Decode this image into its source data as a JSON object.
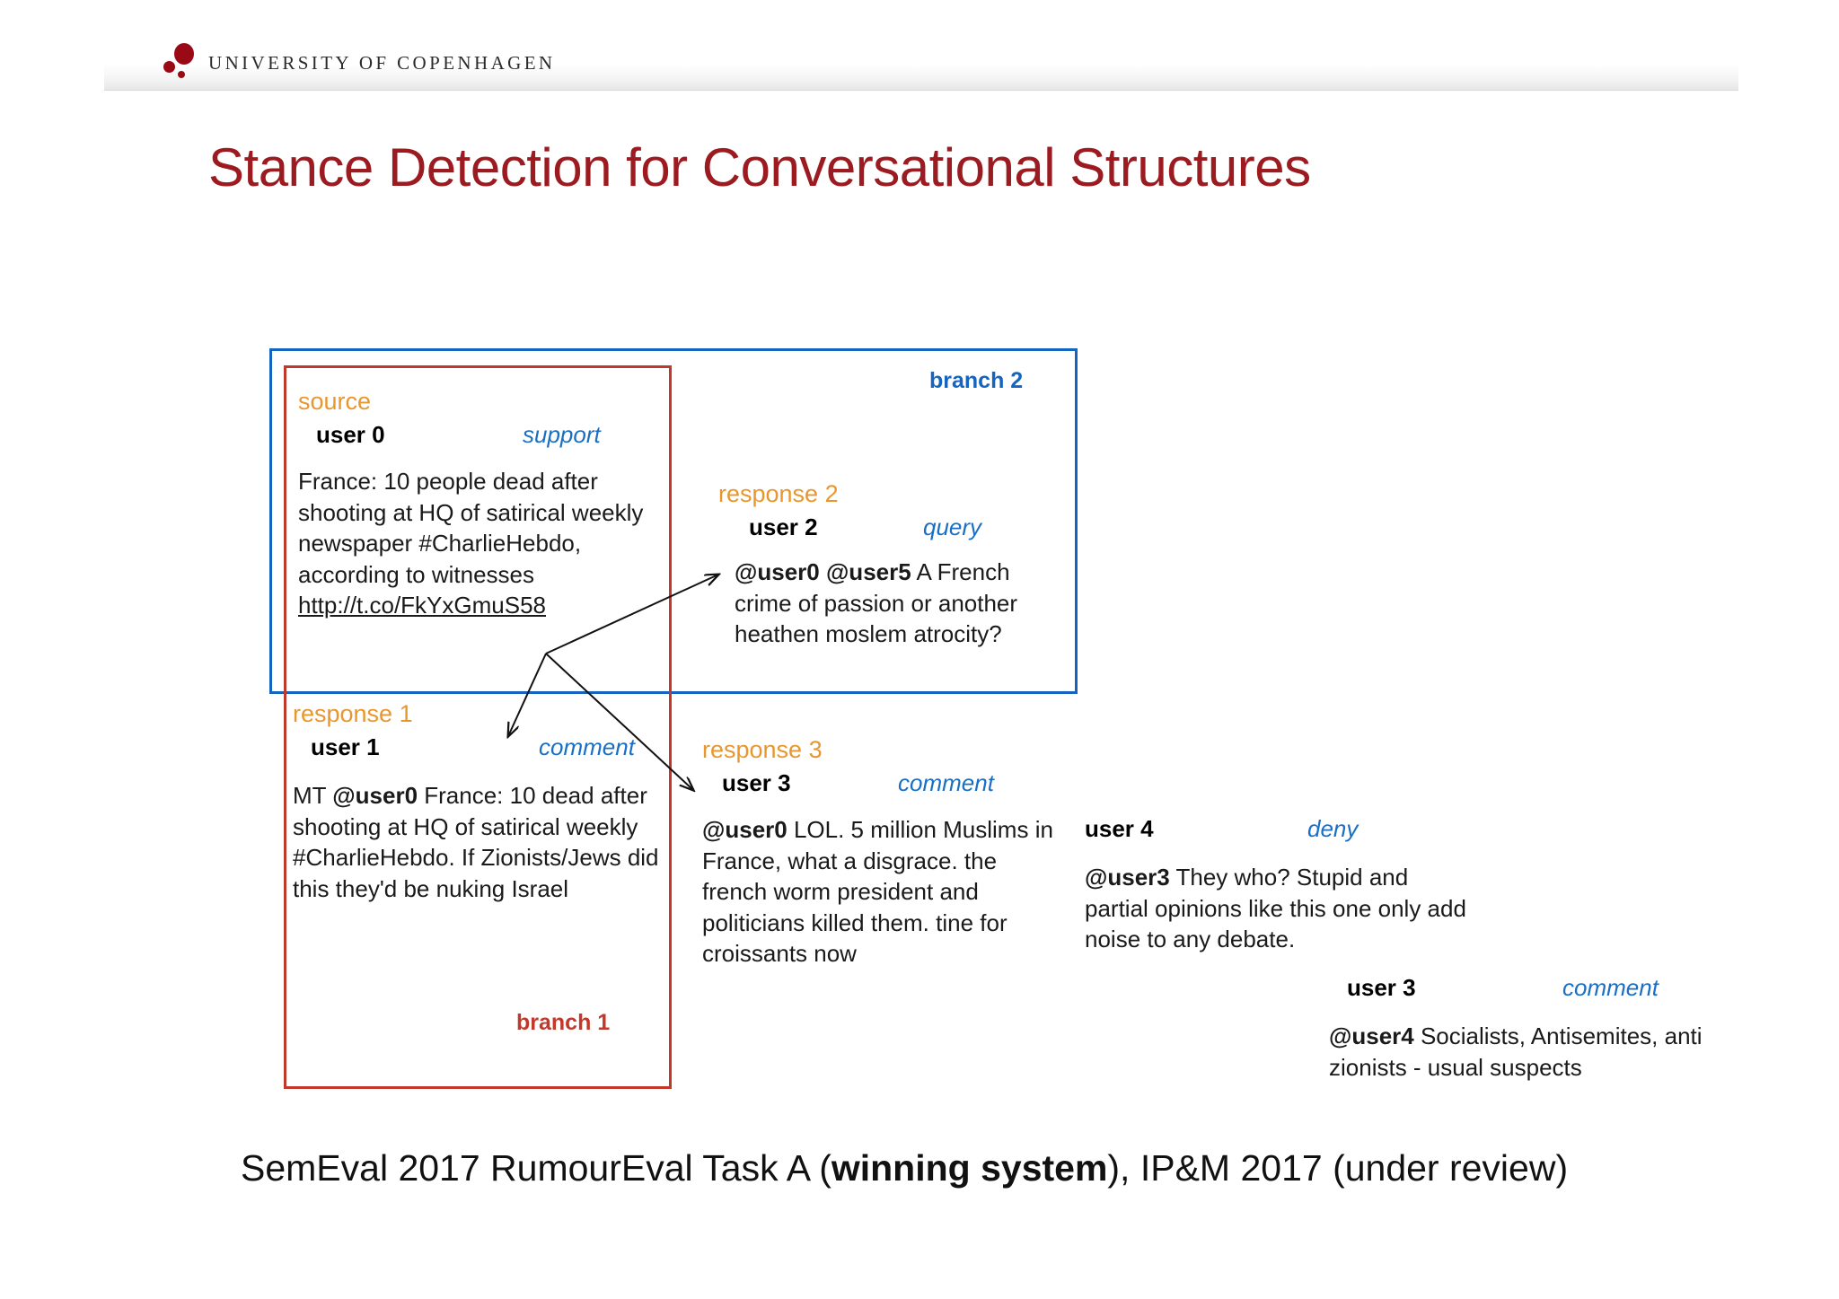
{
  "header": {
    "wordmark": "UNIVERSITY OF COPENHAGEN",
    "logo_icon": "copenhagen-dots-logo"
  },
  "title": "Stance Detection for Conversational Structures",
  "caption": {
    "before": "SemEval 2017 RumourEval Task A (",
    "bold": "winning system",
    "after": "), IP&M 2017 (under review)"
  },
  "branches": {
    "branch1_label": "branch 1",
    "branch2_label": "branch 2"
  },
  "colors": {
    "title_red": "#9c1b20",
    "branch1_red": "#c0392b",
    "branch2_blue": "#1565c0",
    "node_orange": "#e8972e",
    "stance_blue": "#1a6fc4",
    "logo_red": "#990a16"
  },
  "cards": {
    "source": {
      "node": "source",
      "user": "user 0",
      "stance": "support",
      "text_plain": "France: 10 people dead after shooting at HQ of satirical weekly newspaper #CharlieHebdo, according to witnesses http://t.co/FkYxGmuS58",
      "text_pre": "France: 10 people dead after shooting at HQ of satirical weekly newspaper #CharlieHebdo, according to witnesses ",
      "text_link": "http://t.co/FkYxGmuS58"
    },
    "response2": {
      "node": "response 2",
      "user": "user 2",
      "stance": "query",
      "mention": "@user0 @user5",
      "text": " A French crime of passion or another heathen moslem atrocity?"
    },
    "response1": {
      "node": "response 1",
      "user": "user 1",
      "stance": "comment",
      "prefix": "MT ",
      "mention": "@user0",
      "text": " France: 10 dead after shooting at HQ of satirical weekly #CharlieHebdo. If Zionists/Jews did this they'd be nuking Israel"
    },
    "response3": {
      "node": "response 3",
      "user": "user 3",
      "stance": "comment",
      "mention": "@user0",
      "text": " LOL. 5 million Muslims in France, what a disgrace. the french worm president and politicians killed them. tine for croissants now"
    },
    "response4": {
      "node": "",
      "user": "user 4",
      "stance": "deny",
      "mention": "@user3",
      "text": " They who? Stupid and partial opinions like this one only add noise to any debate."
    },
    "response5": {
      "node": "",
      "user": "user 3",
      "stance": "comment",
      "mention": "@user4",
      "text": " Socialists, Antisemites, anti zionists - usual suspects"
    }
  }
}
